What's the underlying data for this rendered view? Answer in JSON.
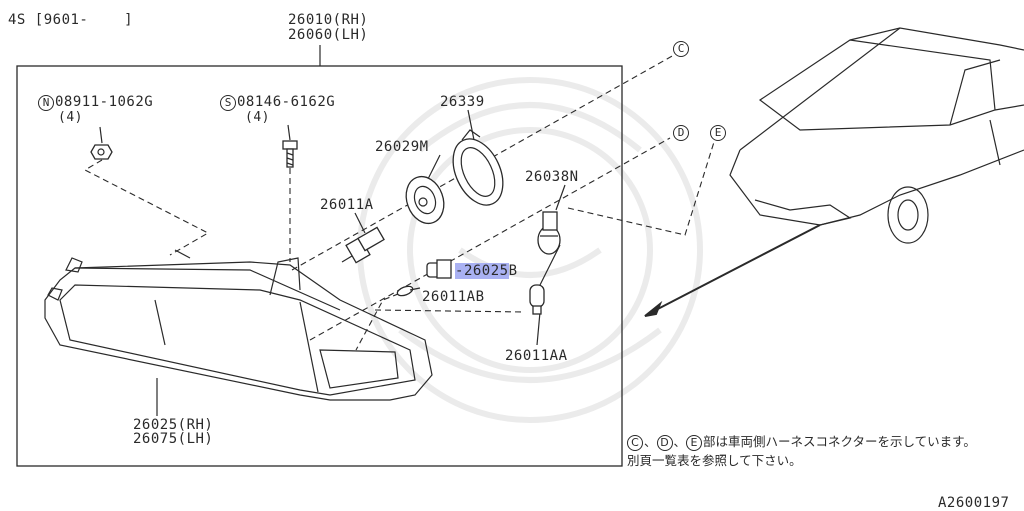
{
  "header": {
    "model_code": "4S [9601-    ]",
    "assembly_rh": "26010(RH)",
    "assembly_lh": "26060(LH)"
  },
  "callouts": {
    "nut_code": "08911-1062G",
    "nut_qty": "(4)",
    "screw_code": "08146-6162G",
    "screw_qty": "(4)",
    "p26339": "26339",
    "p26029m": "26029M",
    "p26011a": "26011A",
    "p26038n": "26038N",
    "p26025b": "26025",
    "p26025b_suffix": "B",
    "p26011ab": "26011AB",
    "p26011aa": "26011AA",
    "lens_rh": "26025(RH)",
    "lens_lh": "26075(LH)"
  },
  "markers": {
    "n": "N",
    "s": "S",
    "c": "C",
    "d": "D",
    "e": "E"
  },
  "note": {
    "line1_letters": [
      "C",
      "D",
      "E"
    ],
    "line1_sep": "、",
    "line1_text": "部は車両側ハーネスコネクターを示しています。",
    "line2_text": "別頁一覧表を参照して下さい。"
  },
  "figure_id": "A2600197",
  "colors": {
    "highlight": "#a9b1f2",
    "line": "#2a2a2a",
    "background": "#ffffff"
  }
}
